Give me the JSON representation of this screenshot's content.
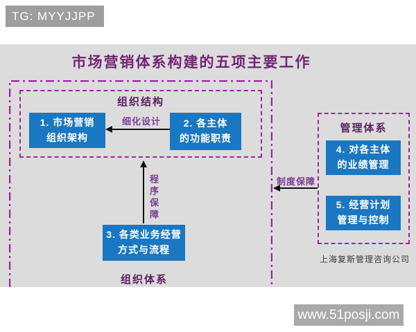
{
  "watermark_top": {
    "label": "TG: MYYJJPP"
  },
  "title": "市场营销体系构建的五项主要工作",
  "diagram": {
    "org_system": {
      "label": "组织体系",
      "org_structure": {
        "label": "组织结构",
        "box1": {
          "line1": "1. 市场营销",
          "line2": "组织架构"
        },
        "box2": {
          "line1": "2. 各主体",
          "line2": "的功能职责"
        },
        "arrow_label": "细化设计"
      },
      "box3": {
        "line1": "3. 各类业务经营",
        "line2": "方式与流程"
      },
      "vertical_arrow_label": "程序保障"
    },
    "mgmt_system": {
      "label": "管理体系",
      "box4": {
        "line1": "4. 对各主体",
        "line2": "的业绩管理"
      },
      "box5": {
        "line1": "5. 经营计划",
        "line2": "管理与控制"
      },
      "arrow_label": "制度保障"
    },
    "credit": "上海复斯管理咨询公司"
  },
  "watermark_bottom": {
    "label": "www.51posji.com"
  },
  "colors": {
    "panel_bg": "#dcdcdc",
    "box_blue": "#1a77c2",
    "dash_purple": "#9e22a4",
    "title_purple": "#732573",
    "label_purple": "#5c1f61",
    "arrow_label_purple": "#7d3e96",
    "watermark_gray": "#9e9e9e"
  }
}
